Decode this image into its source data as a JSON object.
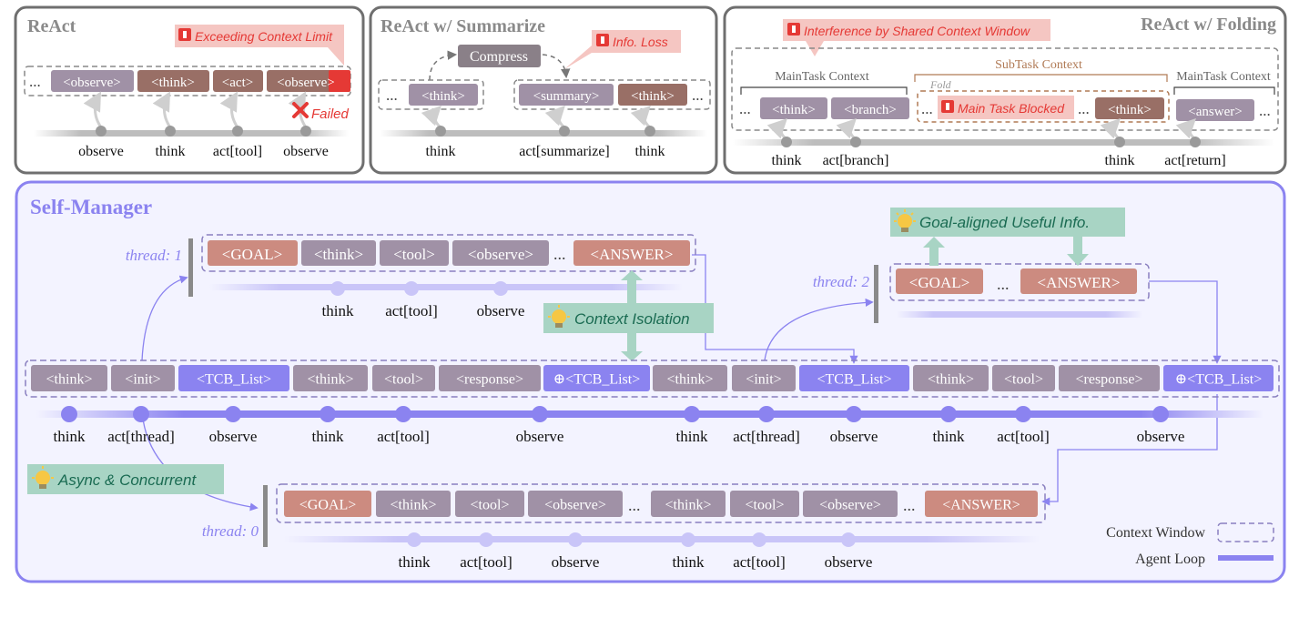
{
  "colors": {
    "tok_gray": "#a091a6",
    "tok_brown": "#996f66",
    "tok_rose": "#cc8b80",
    "tok_purple": "#8b83f0",
    "tok_purple_light": "#b4aef5",
    "tok_gray_dark": "#8a8088",
    "alert_red": "#e53935",
    "alert_bg": "#f5c6c2",
    "tip_bg": "#a8d4c4",
    "tip_text": "#1a6b52",
    "panel_border": "#6f6f6f",
    "manager_border": "#8b83f0",
    "manager_bg": "#f3f3ff"
  },
  "panels": {
    "react": {
      "title": "ReAct",
      "alert": "Exceeding Context Limit",
      "ellipsis": "...",
      "tokens": [
        "<observe>",
        "<think>",
        "<act>",
        "<observe>"
      ],
      "failed": "Failed",
      "steps": [
        "observe",
        "think",
        "act[tool]",
        "observe"
      ]
    },
    "summarize": {
      "title": "ReAct w/ Summarize",
      "compress": "Compress",
      "alert": "Info. Loss",
      "ellipsis": "...",
      "tokens": [
        "<think>",
        "<summary>",
        "<think>"
      ],
      "steps": [
        "think",
        "act[summarize]",
        "think"
      ]
    },
    "folding": {
      "title": "ReAct w/ Folding",
      "alert": "Interference by Shared Context Window",
      "main_ctx": "MainTask Context",
      "sub_ctx": "SubTask Context",
      "main_ctx2": "MainTask Context",
      "fold": "Fold",
      "blocked": "Main Task Blocked",
      "ellipsis": "...",
      "tokens": [
        "<think>",
        "<branch>",
        "<think>",
        "<answer>"
      ],
      "steps": [
        "think",
        "act[branch]",
        "think",
        "act[return]"
      ]
    }
  },
  "manager": {
    "title": "Self-Manager",
    "tip_goal": "Goal-aligned Useful Info.",
    "tip_isolation": "Context Isolation",
    "tip_async": "Async & Concurrent",
    "ellipsis": "...",
    "thread1": {
      "label": "thread: 1",
      "tokens": [
        "<GOAL>",
        "<think>",
        "<tool>",
        "<observe>",
        "<ANSWER>"
      ],
      "steps": [
        "think",
        "act[tool]",
        "observe"
      ]
    },
    "thread2": {
      "label": "thread: 2",
      "tokens": [
        "<GOAL>",
        "<ANSWER>"
      ]
    },
    "main": {
      "tokens": [
        "<think>",
        "<init>",
        "<TCB_List>",
        "<think>",
        "<tool>",
        "<response>",
        "⊕<TCB_List>",
        "<think>",
        "<init>",
        "<TCB_List>",
        "<think>",
        "<tool>",
        "<response>",
        "⊕<TCB_List>"
      ],
      "steps": [
        "think",
        "act[thread]",
        "observe",
        "think",
        "act[tool]",
        "observe",
        "think",
        "act[thread]",
        "observe",
        "think",
        "act[tool]",
        "observe"
      ]
    },
    "thread0": {
      "label": "thread: 0",
      "tokens": [
        "<GOAL>",
        "<think>",
        "<tool>",
        "<observe>",
        "<think>",
        "<tool>",
        "<observe>",
        "<ANSWER>"
      ],
      "steps": [
        "think",
        "act[tool]",
        "observe",
        "think",
        "act[tool]",
        "observe"
      ]
    },
    "legend": {
      "context_window": "Context Window",
      "agent_loop": "Agent Loop"
    }
  }
}
